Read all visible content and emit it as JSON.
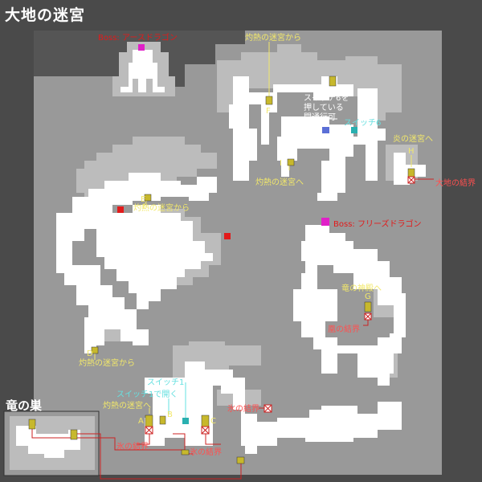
{
  "header": {
    "title": "大地の迷宮"
  },
  "sub_area": {
    "title": "竜の巣"
  },
  "colors": {
    "background": "#4a4a4a",
    "map_frame": "#999999",
    "wall": "#bcbcbc",
    "floor": "#ffffff",
    "unexplored": "#555555",
    "door": "#c7b82c",
    "boss_red": "#e21a1a",
    "boss_magenta": "#e020c8",
    "cyan_switch": "#2ab0b0",
    "blue_door": "#5b6fd6",
    "label_yellow": "#f2e86a",
    "label_red": "#ff5050",
    "label_white": "#ffffff",
    "label_cyan": "#66e0e0",
    "barrier_line": "#cc2222"
  },
  "labels": {
    "boss_earth_dragon": "Boss: アースドラゴン",
    "from_scorching_top": "灼熱の迷宮から",
    "switch6_note_1": "スイッチ6を",
    "switch6_note_2": "押している",
    "switch6_note_3": "間通行可",
    "switch6": "スイッチ6",
    "to_flame": "炎の迷宮へ",
    "earth_barrier": "大地の結界",
    "to_scorching_i": "灼熱の迷宮へ",
    "from_scorching_e": "灼熱の迷宮から",
    "boss_freeze_dragon": "Boss: フリーズドラゴン",
    "to_dragon_shrine": "竜の神殿へ",
    "phoenix_barrier": "凰の結界",
    "from_scorching_d": "灼熱の迷宮から",
    "switch1": "スイッチ1",
    "switch1_opens": "スイッチ1で開く",
    "to_scorching_a": "灼熱の迷宮へ",
    "ice_barrier_right": "氷の結界",
    "ice_barrier_left": "氷の結界",
    "ice_barrier_bottom": "氷の結界"
  },
  "doors": {
    "a": "A",
    "b": "B",
    "c": "C",
    "d": "D",
    "e": "E",
    "f": "F",
    "g": "G",
    "h": "H",
    "i": "I"
  }
}
